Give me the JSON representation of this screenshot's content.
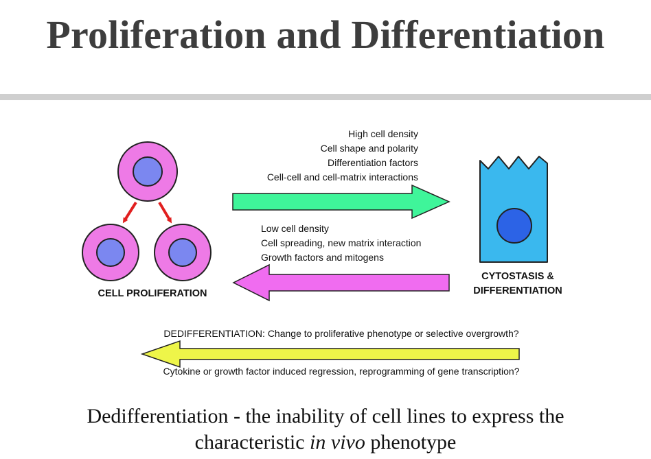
{
  "title": "Proliferation and Differentiation",
  "forward_conditions": [
    "High cell density",
    "Cell shape and polarity",
    "Differentiation factors",
    "Cell-cell and cell-matrix interactions"
  ],
  "reverse_conditions": [
    "Low cell density",
    "Cell spreading, new matrix interaction",
    "Growth factors and mitogens"
  ],
  "proliferation_label": "CELL PROLIFERATION",
  "differentiation_label_line1": "CYTOSTASIS &",
  "differentiation_label_line2": "DIFFERENTIATION",
  "dedifferentiation_text": "DEDIFFERENTIATION: Change to proliferative phenotype or selective overgrowth?",
  "dedifferentiation_sub": "Cytokine or growth factor induced regression, reprogramming of gene transcription?",
  "caption_line1": "Dedifferentiation - the inability of cell lines to express the",
  "caption_pre": "characteristic",
  "caption_em": "in vivo",
  "caption_post": "phenotype",
  "colors": {
    "cell_pink": "#ee7ae6",
    "nucleus_blue": "#7b87f0",
    "diff_cell_cyan": "#3ab8ee",
    "diff_nucleus": "#2c63e6",
    "arrow_green": "#3ff59a",
    "arrow_magenta": "#f06cf0",
    "arrow_yellow": "#eef549",
    "red_arrow": "#e11f1f"
  }
}
